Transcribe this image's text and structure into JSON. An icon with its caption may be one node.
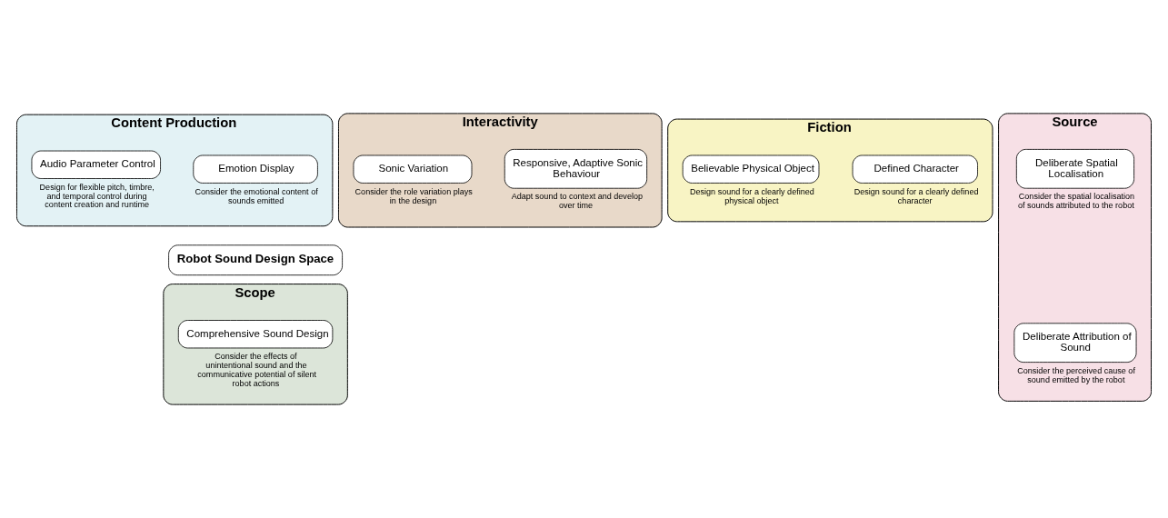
{
  "diagram": {
    "nodes": [
      {
        "text": [
          "Content Production"
        ]
      },
      {
        "text": [
          "Emotion Display"
        ],
        "beside": [
          "Consider the emotional content of sounds emitted"
        ],
        "in": 0
      },
      {
        "text": [
          "Audio Parameter Control"
        ],
        "beside": [
          "Design for flexible pitch, timbre, and temporal control during content creation and runtime"
        ],
        "in": 0
      },
      {
        "text": [
          "Interactivity"
        ]
      },
      {
        "text": [
          "Responsive, Adaptive Sonic Behaviour"
        ],
        "beside": [
          "Adapt sound to context and develop over time"
        ],
        "in": 3
      },
      {
        "text": [
          "Sonic Variation"
        ],
        "beside": [
          "Consider the role variation plays in the design"
        ],
        "in": 3
      },
      {
        "text": [
          "Fiction"
        ]
      },
      {
        "text": [
          "Defined Character"
        ],
        "beside": [
          "Design sound for a clearly defined character"
        ],
        "in": 6
      },
      {
        "text": [
          "Believable Physical Object"
        ],
        "beside": [
          "Design sound for a clearly defined physical object"
        ],
        "in": 6
      },
      {
        "text": [
          "Robot Sound Design Space"
        ]
      },
      {
        "text": [
          "Scope"
        ]
      },
      {
        "text": [
          "Comprehensive Sound Design"
        ],
        "beside": [
          "Consider the effects of unintentional sound and the communicative potential of silent robot actions"
        ],
        "in": 10
      },
      {
        "text": [
          "Source"
        ]
      },
      {
        "text": [
          "Deliberate Attribution of Sound"
        ],
        "beside": [
          "Consider the perceived cause of sound emitted by the robot"
        ],
        "in": 12
      },
      {
        "text": [
          "Deliberate Spatial Localisation"
        ],
        "beside": [
          "Consider the spatial localisation of sounds attributed to the robot"
        ],
        "in": 12
      }
    ]
  }
}
